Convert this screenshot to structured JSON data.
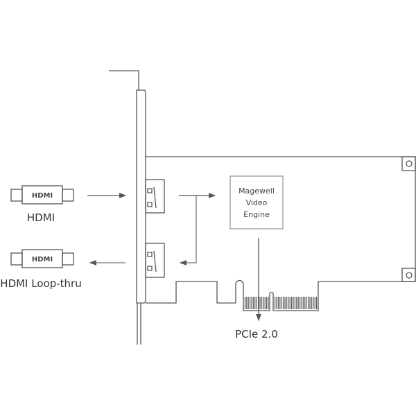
{
  "labels": {
    "hdmi_in": "HDMI",
    "hdmi_loop": "HDMI Loop-thru",
    "pcie": "PCIe 2.0",
    "engine": [
      "Magewell",
      "Video",
      "Engine"
    ]
  },
  "icons": {
    "connector_logo": "HDMI"
  },
  "colors": {
    "line": "#555555",
    "text": "#333333"
  }
}
